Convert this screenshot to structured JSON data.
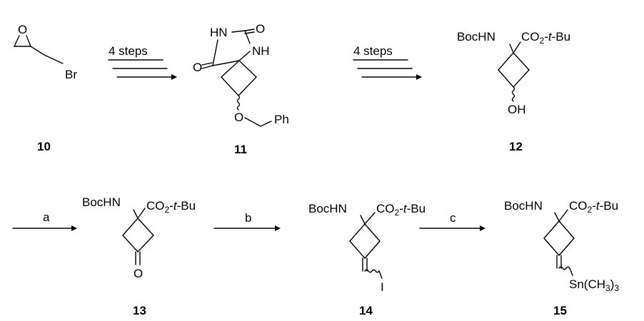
{
  "compounds": {
    "c10": {
      "number": "10",
      "atoms": {
        "br": "Br"
      }
    },
    "c11": {
      "number": "11",
      "atoms": {
        "hn": "HN",
        "nh": "NH",
        "o_top": "O",
        "o_left": "O",
        "o_ether": "O",
        "ph": "Ph"
      }
    },
    "c12": {
      "number": "12",
      "atoms": {
        "bochn": "BocHN",
        "ester": "CO2-t-Bu",
        "oh": "OH"
      }
    },
    "c13": {
      "number": "13",
      "atoms": {
        "bochn": "BocHN",
        "ester": "CO2-t-Bu",
        "o": "O"
      }
    },
    "c14": {
      "number": "14",
      "atoms": {
        "bochn": "BocHN",
        "ester": "CO2-t-Bu",
        "i": "I"
      }
    },
    "c15": {
      "number": "15",
      "atoms": {
        "bochn": "BocHN",
        "ester": "CO2-t-Bu",
        "sn": "Sn(CH3)3"
      }
    }
  },
  "arrows": {
    "a1": {
      "label": "4 steps"
    },
    "a2": {
      "label": "4 steps"
    },
    "a3": {
      "label": "a"
    },
    "a4": {
      "label": "b"
    },
    "a5": {
      "label": "c"
    }
  }
}
